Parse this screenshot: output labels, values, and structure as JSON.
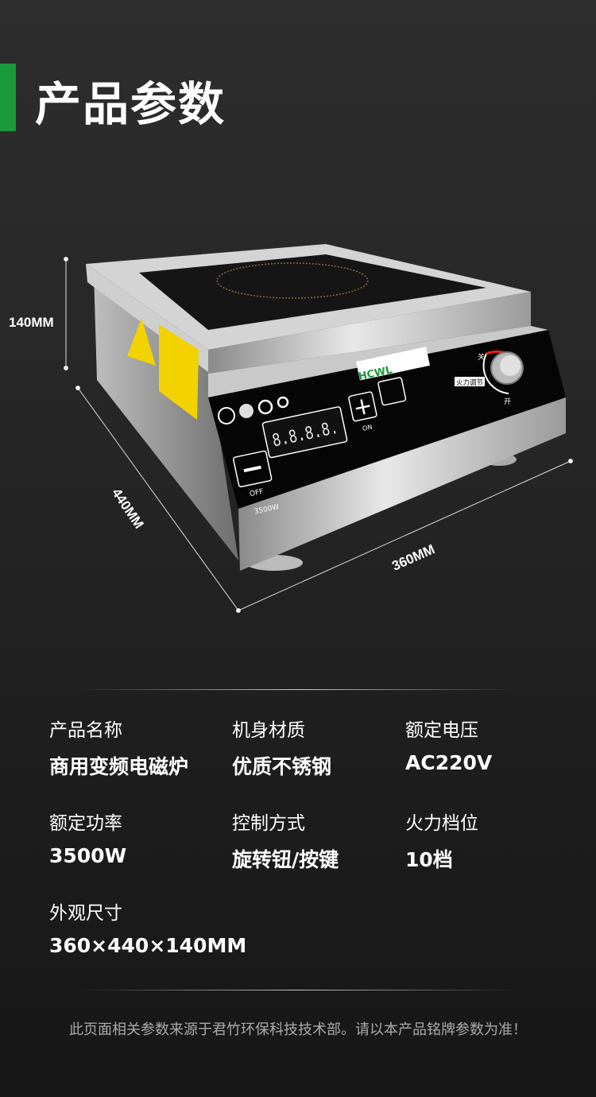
{
  "header": {
    "title": "产品参数",
    "accent_color": "#1a9a3a"
  },
  "product": {
    "panel_power": "3500W",
    "display": "8.8.8.8.",
    "off_label": "OFF",
    "on_label": "ON",
    "knob_off": "关",
    "knob_on": "开",
    "knob_label": "火力调节"
  },
  "dimensions": {
    "height": "140MM",
    "depth": "440MM",
    "width": "360MM"
  },
  "specs": [
    {
      "label": "产品名称",
      "value": "商用变频电磁炉"
    },
    {
      "label": "机身材质",
      "value": "优质不锈钢"
    },
    {
      "label": "额定电压",
      "value": "AC220V"
    },
    {
      "label": "额定功率",
      "value": "3500W"
    },
    {
      "label": "控制方式",
      "value": "旋转钮/按键"
    },
    {
      "label": "火力档位",
      "value": "10档"
    },
    {
      "label": "外观尺寸",
      "value": "360×440×140MM"
    }
  ],
  "footer": {
    "note": "此页面相关参数来源于君竹环保科技技术部。请以本产品铭牌参数为准！"
  }
}
